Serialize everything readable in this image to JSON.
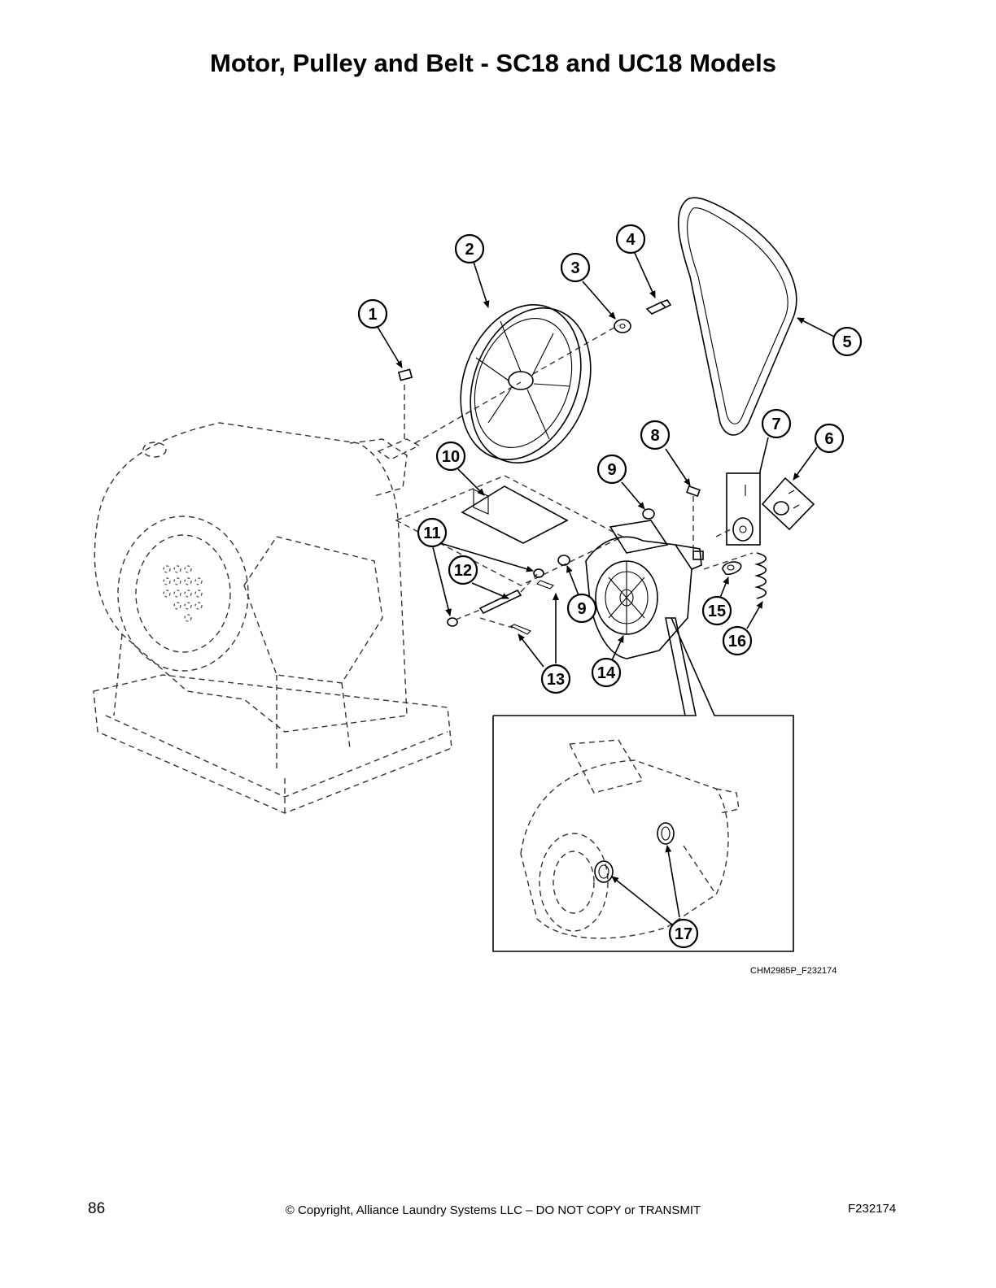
{
  "page": {
    "title": "Motor, Pulley and Belt - SC18 and UC18 Models",
    "figure_code": "CHM2985P_F232174",
    "page_number": "86",
    "copyright": "© Copyright, Alliance Laundry Systems LLC – DO NOT COPY or TRANSMIT",
    "document_number": "F232174"
  },
  "callouts": [
    "1",
    "2",
    "3",
    "4",
    "5",
    "6",
    "7",
    "8",
    "9",
    "10",
    "11",
    "12",
    "9",
    "13",
    "14",
    "15",
    "16",
    "17"
  ]
}
